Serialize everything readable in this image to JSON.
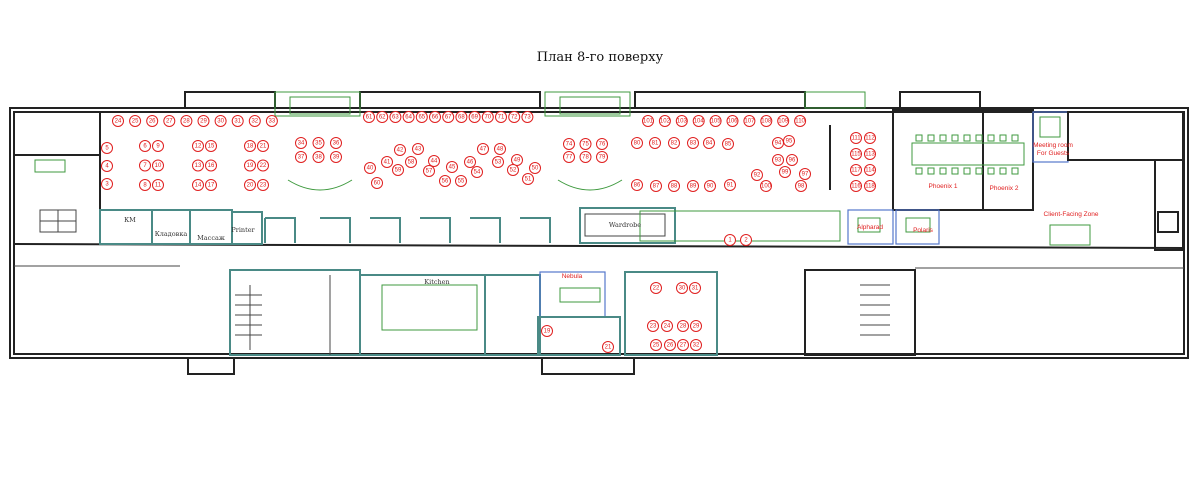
{
  "title": "План 8-го поверху",
  "rooms": {
    "km": "КМ",
    "storage": "Кладовка",
    "massage": "Массаж",
    "printer": "Printer",
    "kitchen": "Kitchen",
    "wardrobe": "Wardrobe",
    "nebula": "Nebula",
    "alpharad": "Alpharad",
    "polaris": "Polaris",
    "phoenix1": "Phoenix 1",
    "phoenix2": "Phoenix 2",
    "meeting_line1": "Meeting room",
    "meeting_line2": "For Guests",
    "client_zone": "Client-Facing Zone"
  },
  "seat_groups": [
    {
      "name": "top-row-left",
      "seats": [
        "24",
        "25",
        "26",
        "27",
        "28",
        "29",
        "30",
        "31",
        "32",
        "33"
      ]
    },
    {
      "name": "desk-left",
      "seats": [
        "5",
        "4",
        "3"
      ]
    },
    {
      "name": "desk-cluster-a",
      "seats": [
        "6",
        "9",
        "7",
        "10",
        "8",
        "11"
      ]
    },
    {
      "name": "desk-cluster-b",
      "seats": [
        "12",
        "15",
        "13",
        "16",
        "14",
        "17"
      ]
    },
    {
      "name": "desk-cluster-c",
      "seats": [
        "18",
        "21",
        "19",
        "22",
        "20",
        "23"
      ]
    },
    {
      "name": "table-34-39",
      "seats": [
        "34",
        "35",
        "36",
        "37",
        "38",
        "39"
      ]
    },
    {
      "name": "top-row-mid",
      "seats": [
        "61",
        "62",
        "63",
        "64",
        "65",
        "66",
        "67",
        "68",
        "69",
        "70",
        "71",
        "72",
        "73"
      ]
    },
    {
      "name": "wave-cluster",
      "seats": [
        "40",
        "41",
        "42",
        "43",
        "58",
        "44",
        "57",
        "45",
        "56",
        "55",
        "46",
        "47",
        "48",
        "53",
        "49",
        "52",
        "50",
        "51",
        "60",
        "59",
        "54"
      ]
    },
    {
      "name": "table-74-79",
      "seats": [
        "74",
        "75",
        "76",
        "77",
        "78",
        "79"
      ]
    },
    {
      "name": "top-row-right",
      "seats": [
        "101",
        "102",
        "103",
        "104",
        "105",
        "106",
        "107",
        "108",
        "109",
        "110"
      ]
    },
    {
      "name": "row-80-85",
      "seats": [
        "80",
        "81",
        "82",
        "83",
        "84",
        "85"
      ]
    },
    {
      "name": "row-86-91",
      "seats": [
        "86",
        "87",
        "88",
        "89",
        "90",
        "91"
      ]
    },
    {
      "name": "cluster-92-100",
      "seats": [
        "94",
        "95",
        "93",
        "96",
        "92",
        "99",
        "97",
        "100",
        "98"
      ]
    },
    {
      "name": "table-111-118",
      "seats": [
        "111",
        "112",
        "115",
        "113",
        "117",
        "114",
        "116",
        "118"
      ]
    },
    {
      "name": "seats-1-2",
      "seats": [
        "1",
        "2"
      ]
    },
    {
      "name": "south-rooms",
      "seats": [
        "19",
        "21",
        "22",
        "30",
        "31",
        "23",
        "24",
        "25",
        "26",
        "28",
        "29",
        "27",
        "32"
      ]
    }
  ]
}
